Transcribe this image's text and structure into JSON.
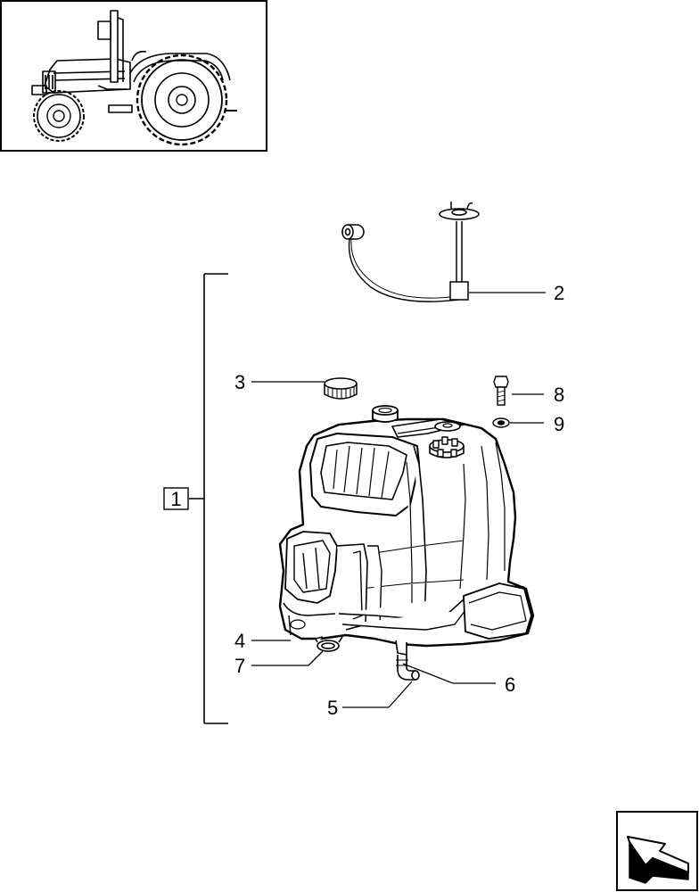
{
  "diagram": {
    "group_label": "1",
    "callouts": [
      {
        "id": "2",
        "label": "2"
      },
      {
        "id": "3",
        "label": "3"
      },
      {
        "id": "4",
        "label": "4"
      },
      {
        "id": "5",
        "label": "5"
      },
      {
        "id": "6",
        "label": "6"
      },
      {
        "id": "7",
        "label": "7"
      },
      {
        "id": "8",
        "label": "8"
      },
      {
        "id": "9",
        "label": "9"
      }
    ]
  },
  "icons": {
    "thumbnail": "tractor-thumbnail-icon",
    "navigation": "next-page-arrow-icon"
  }
}
